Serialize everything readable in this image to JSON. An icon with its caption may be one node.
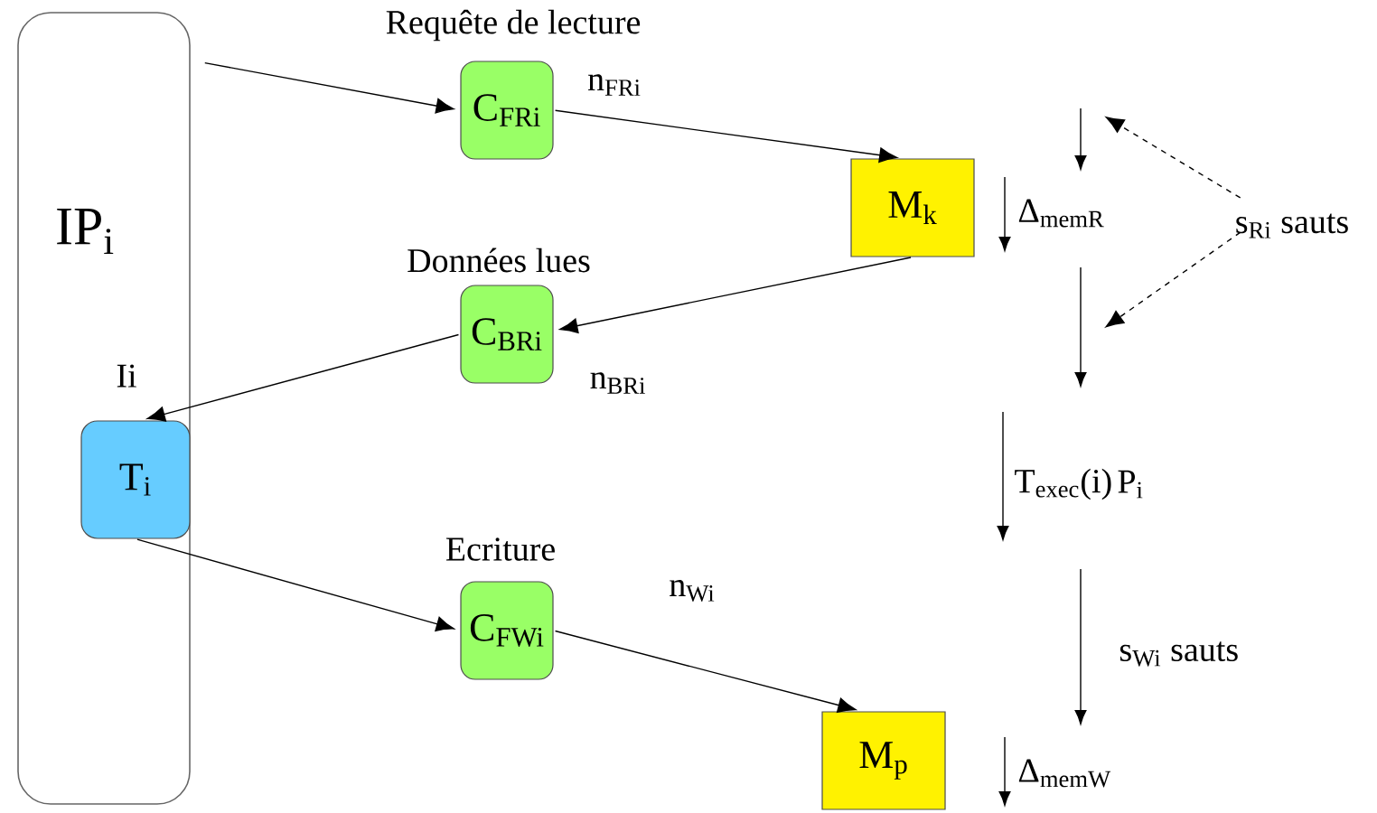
{
  "diagram": {
    "nodes": [
      {
        "text": [
          "IP$_{i}$"
        ]
      },
      {
        "text": [
          "T$_{i}$"
        ],
        "in": 0,
        "beside": [
          "Ii"
        ]
      },
      {
        "text": [
          "C$_{FRi}$"
        ]
      },
      {
        "text": [
          "M$_{k}$"
        ]
      },
      {
        "text": [
          "C$_{BRi}$"
        ]
      },
      {
        "text": [
          "C$_{FWi}$"
        ]
      },
      {
        "text": [
          "M$_{p}$"
        ]
      },
      {
        "text": [
          "s$_{Ri}$ sauts"
        ]
      }
    ],
    "edges": [
      {
        "from": 0,
        "to": 2,
        "arrow": "to"
      },
      {
        "from": 2,
        "to": 3,
        "arrow": "to",
        "label": "n$_{FRi}$"
      },
      {
        "from": 3,
        "to": 4,
        "arrow": "to",
        "label": "n$_{BRi}$"
      },
      {
        "from": 4,
        "to": 1,
        "arrow": "to"
      },
      {
        "from": 1,
        "to": 5,
        "arrow": "to"
      },
      {
        "from": 5,
        "to": 6,
        "arrow": "to",
        "label": "n$_{Wi}$"
      },
      {
        "from": 7,
        "to": null,
        "arrow": "to",
        "style": "dashed"
      },
      {
        "from": 7,
        "to": null,
        "arrow": "to",
        "style": "dashed"
      }
    ],
    "labels": [
      "Requête de lecture",
      "Δ$_{memR}$",
      "Données lues",
      "T$_{exec}$(i)",
      "P$_{i}$",
      "Ecriture",
      "s$_{Wi}$ sauts",
      "Δ$_{memW}$"
    ]
  }
}
